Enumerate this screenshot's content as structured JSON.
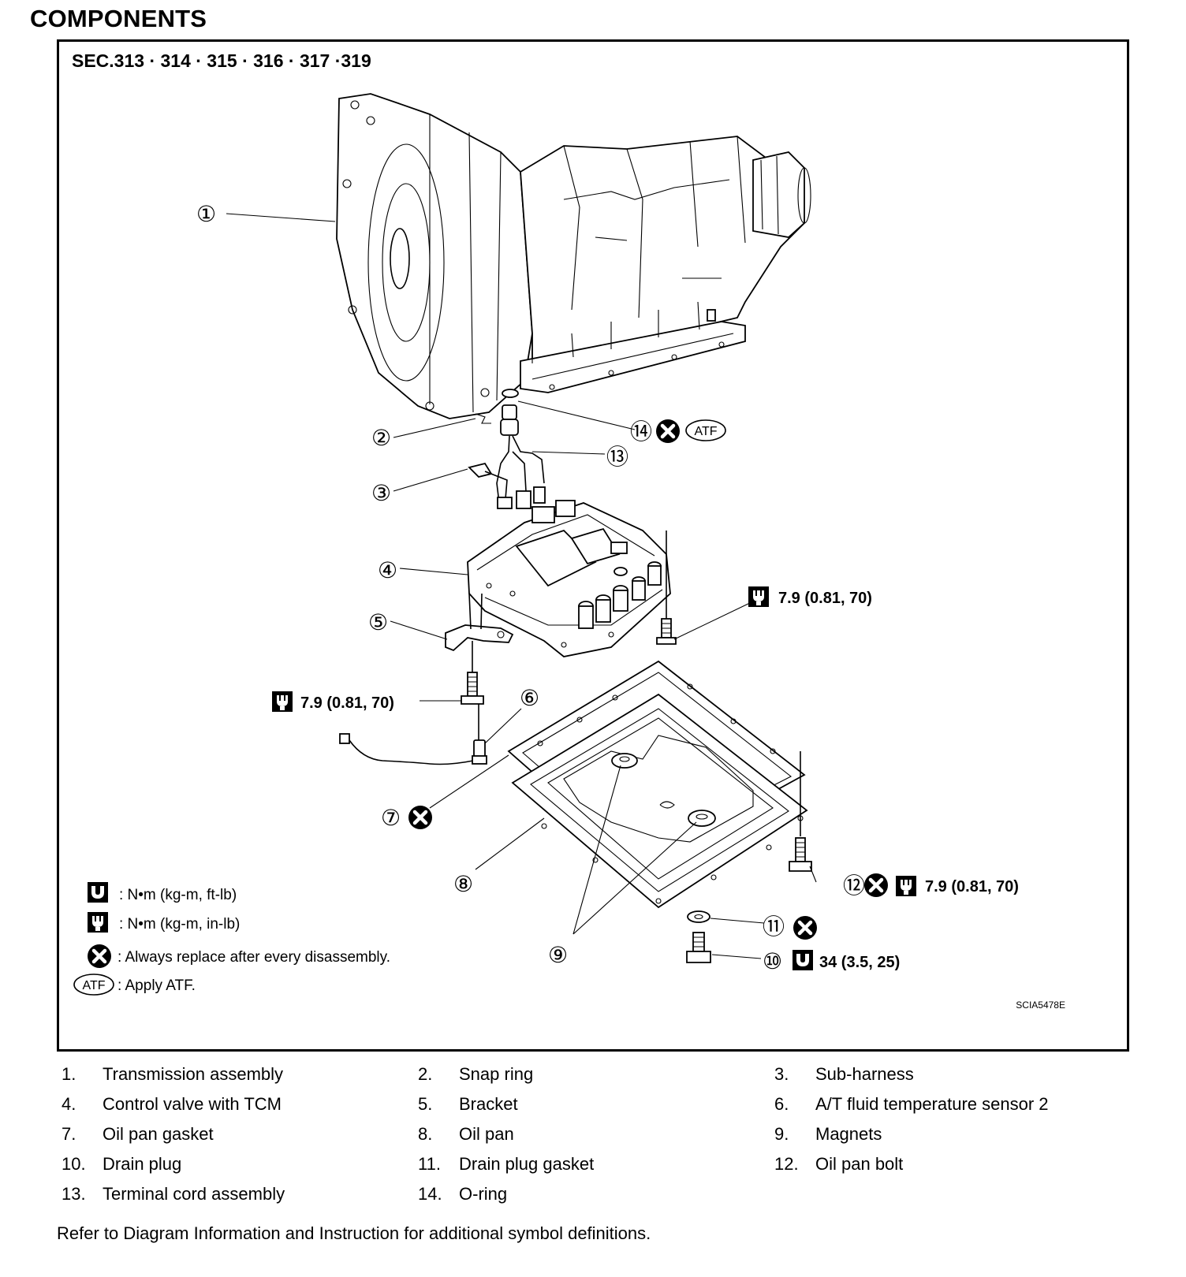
{
  "page": {
    "title": "COMPONENTS"
  },
  "figure": {
    "section": "SEC.313 · 314 · 315 · 316 · 317 ·319",
    "figure_code": "SCIA5478E",
    "callouts": {
      "c1": "①",
      "c2": "②",
      "c3": "③",
      "c4": "④",
      "c5": "⑤",
      "c6": "⑥",
      "c7": "⑦",
      "c8": "⑧",
      "c9": "⑨",
      "c10": "⑩",
      "c11": "⑪",
      "c12": "⑫",
      "c13": "⑬",
      "c14": "⑭"
    },
    "torque": {
      "t_cv": "7.9  (0.81,  70)",
      "t_bracket": "7.9  (0.81,  70)",
      "t_panbolt": "7.9  (0.81,  70)",
      "t_drain": "34  (3.5,  25)"
    },
    "atf_badge": "ATF",
    "legend": {
      "nm_ftlb": ":  N•m   (kg-m,   ft-lb)",
      "nm_inlb": ":  N•m   (kg-m,   in-lb)",
      "replace": ": Always replace after every disassembly.",
      "atf_symbol": "ATF",
      "atf": ": Apply ATF."
    }
  },
  "parts": [
    {
      "num": "1.",
      "label": "Transmission assembly"
    },
    {
      "num": "2.",
      "label": "Snap ring"
    },
    {
      "num": "3.",
      "label": "Sub-harness"
    },
    {
      "num": "4.",
      "label": "Control valve with TCM"
    },
    {
      "num": "5.",
      "label": "Bracket"
    },
    {
      "num": "6.",
      "label": "A/T fluid temperature sensor 2"
    },
    {
      "num": "7.",
      "label": "Oil pan gasket"
    },
    {
      "num": "8.",
      "label": "Oil pan"
    },
    {
      "num": "9.",
      "label": "Magnets"
    },
    {
      "num": "10.",
      "label": "Drain plug"
    },
    {
      "num": "11.",
      "label": "Drain plug gasket"
    },
    {
      "num": "12.",
      "label": "Oil pan bolt"
    },
    {
      "num": "13.",
      "label": "Terminal cord assembly"
    },
    {
      "num": "14.",
      "label": "O-ring"
    }
  ],
  "footnote": "Refer to Diagram Information and Instruction for additional symbol definitions."
}
